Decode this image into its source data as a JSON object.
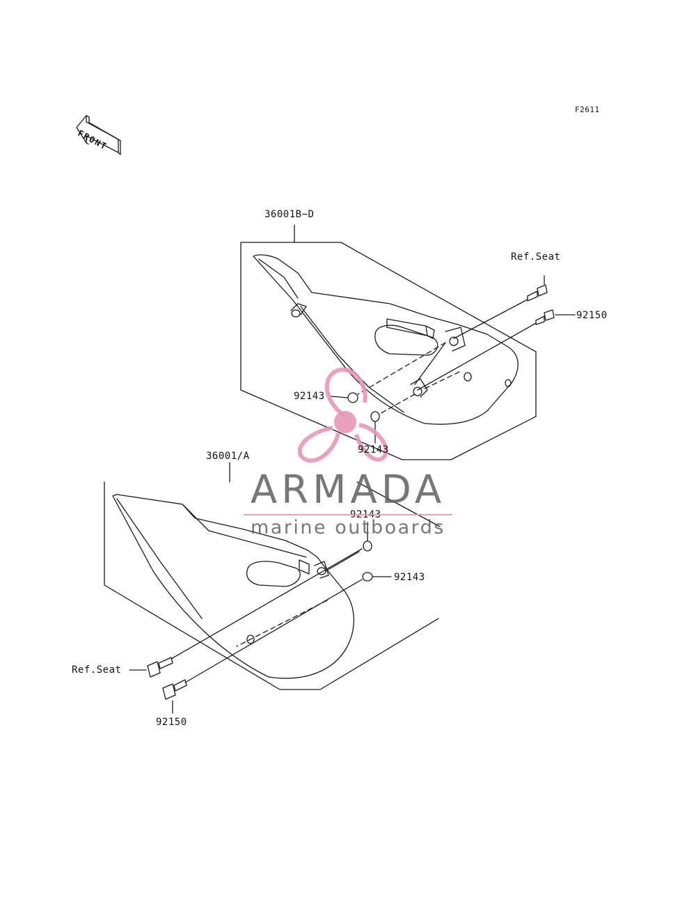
{
  "figure_code": "F2611",
  "front_label": "FRONT",
  "parts": {
    "upper_cover": "36001B~D",
    "lower_cover": "36001/A",
    "ref_seat_upper": "Ref.Seat",
    "bolt_upper": "92150",
    "washer_upper_left": "92143",
    "washer_upper_bottom": "92143",
    "washer_lower_top": "92143",
    "washer_lower_right": "92143",
    "ref_seat_lower": "Ref.Seat",
    "bolt_lower": "92150"
  },
  "watermark": {
    "name": "ARMADA",
    "tagline": "marine outboards",
    "colors": {
      "pink": "#e896b8",
      "gray": "#5f5f5f"
    }
  }
}
